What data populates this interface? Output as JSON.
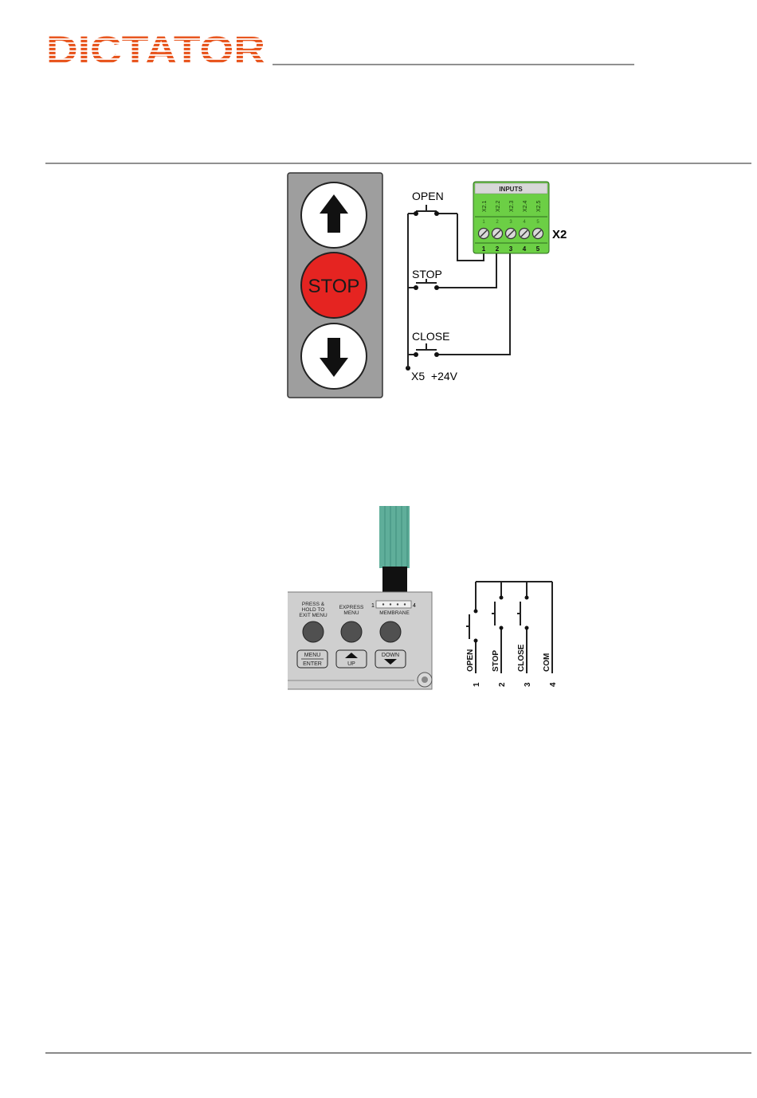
{
  "header": {
    "brand": "DICTATOR",
    "brand_color": "#e8561f"
  },
  "diagram1": {
    "panel_buttons": {
      "up_icon": "arrow-up-icon",
      "stop_label": "STOP",
      "down_icon": "arrow-down-icon",
      "stop_color": "#e52421"
    },
    "switch_labels": {
      "open": "OPEN",
      "stop": "STOP",
      "close": "CLOSE"
    },
    "supply_label": "X5  +24V",
    "terminal_block": {
      "title": "INPUTS",
      "terminal_names": [
        "X2.1",
        "X2.2",
        "X2.3",
        "X2.4",
        "X2.5"
      ],
      "small_numbers": [
        "1",
        "2",
        "3",
        "4",
        "5"
      ],
      "bottom_numbers": [
        "1",
        "2",
        "3",
        "4",
        "5"
      ],
      "block_label": "X2",
      "block_color": "#6ccf45"
    }
  },
  "diagram2": {
    "keypad": {
      "press_hold_label": [
        "PRESS &",
        "HOLD TO",
        "EXIT MENU"
      ],
      "express_label": [
        "EXPRESS",
        "MENU"
      ],
      "membrane_label": "MEMBRANE",
      "connector_pin_first": "1",
      "connector_pin_last": "4",
      "menu_key": [
        "MENU",
        "ENTER"
      ],
      "up_key": "UP",
      "down_key": "DOWN"
    },
    "schematic": {
      "labels": [
        "OPEN",
        "STOP",
        "CLOSE",
        "COM"
      ],
      "pins": [
        "1",
        "2",
        "3",
        "4"
      ]
    },
    "ribbon_color": "#5fae9a"
  }
}
